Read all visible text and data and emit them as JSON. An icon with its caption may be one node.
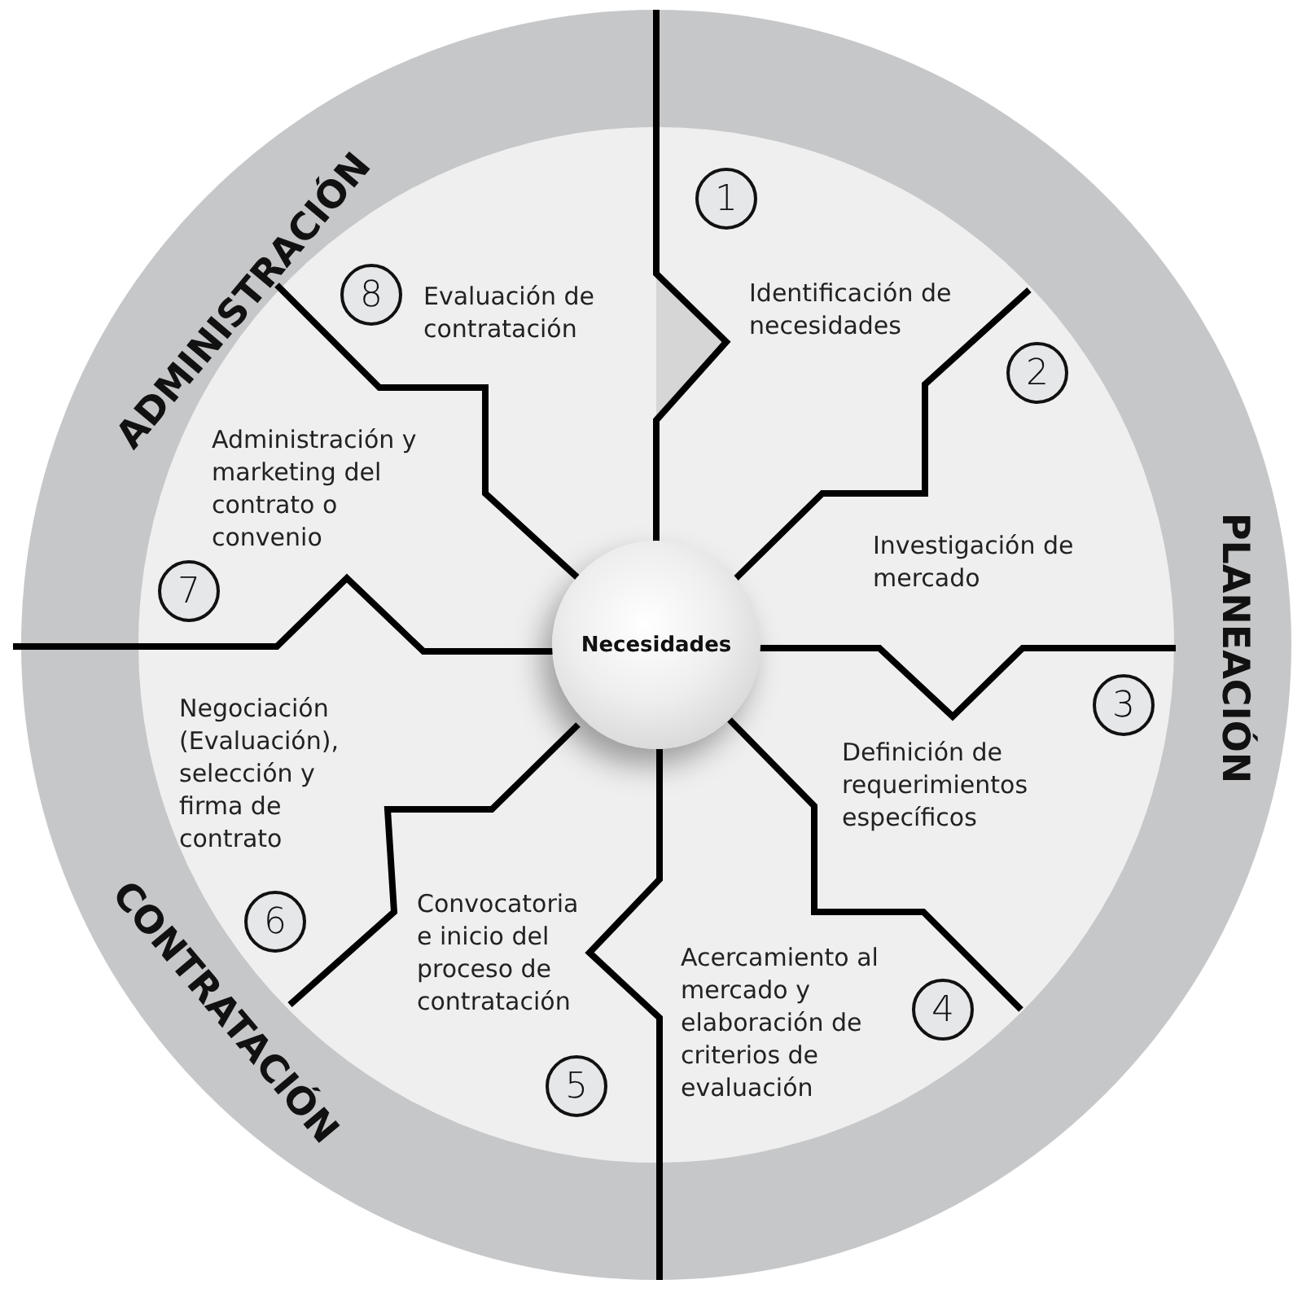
{
  "diagram": {
    "nodes": [
      {
        "text": [
          "Necesidades"
        ]
      },
      {
        "text": [
          "1"
        ]
      },
      {
        "text": [
          "2"
        ]
      },
      {
        "text": [
          "3"
        ]
      },
      {
        "text": [
          "4"
        ]
      },
      {
        "text": [
          "5"
        ]
      },
      {
        "text": [
          "6"
        ]
      },
      {
        "text": [
          "7"
        ]
      },
      {
        "text": [
          "8"
        ]
      }
    ],
    "labels": [
      "ADMINISTRACIÓN",
      "PLANEACIÓN",
      "CONTRATACIÓN",
      "Identificación de necesidades",
      "Investigación de mercado",
      "Definición de requerimientos específicos",
      "Acercamiento al mercado y elaboración de criterios de evaluación",
      "Convocatoria e inicio del proceso de contratación",
      "Negociación (Evaluación), selección y firma de contrato",
      "Administración y marketing del contrato o convenio",
      "Evaluación de contratación"
    ]
  }
}
